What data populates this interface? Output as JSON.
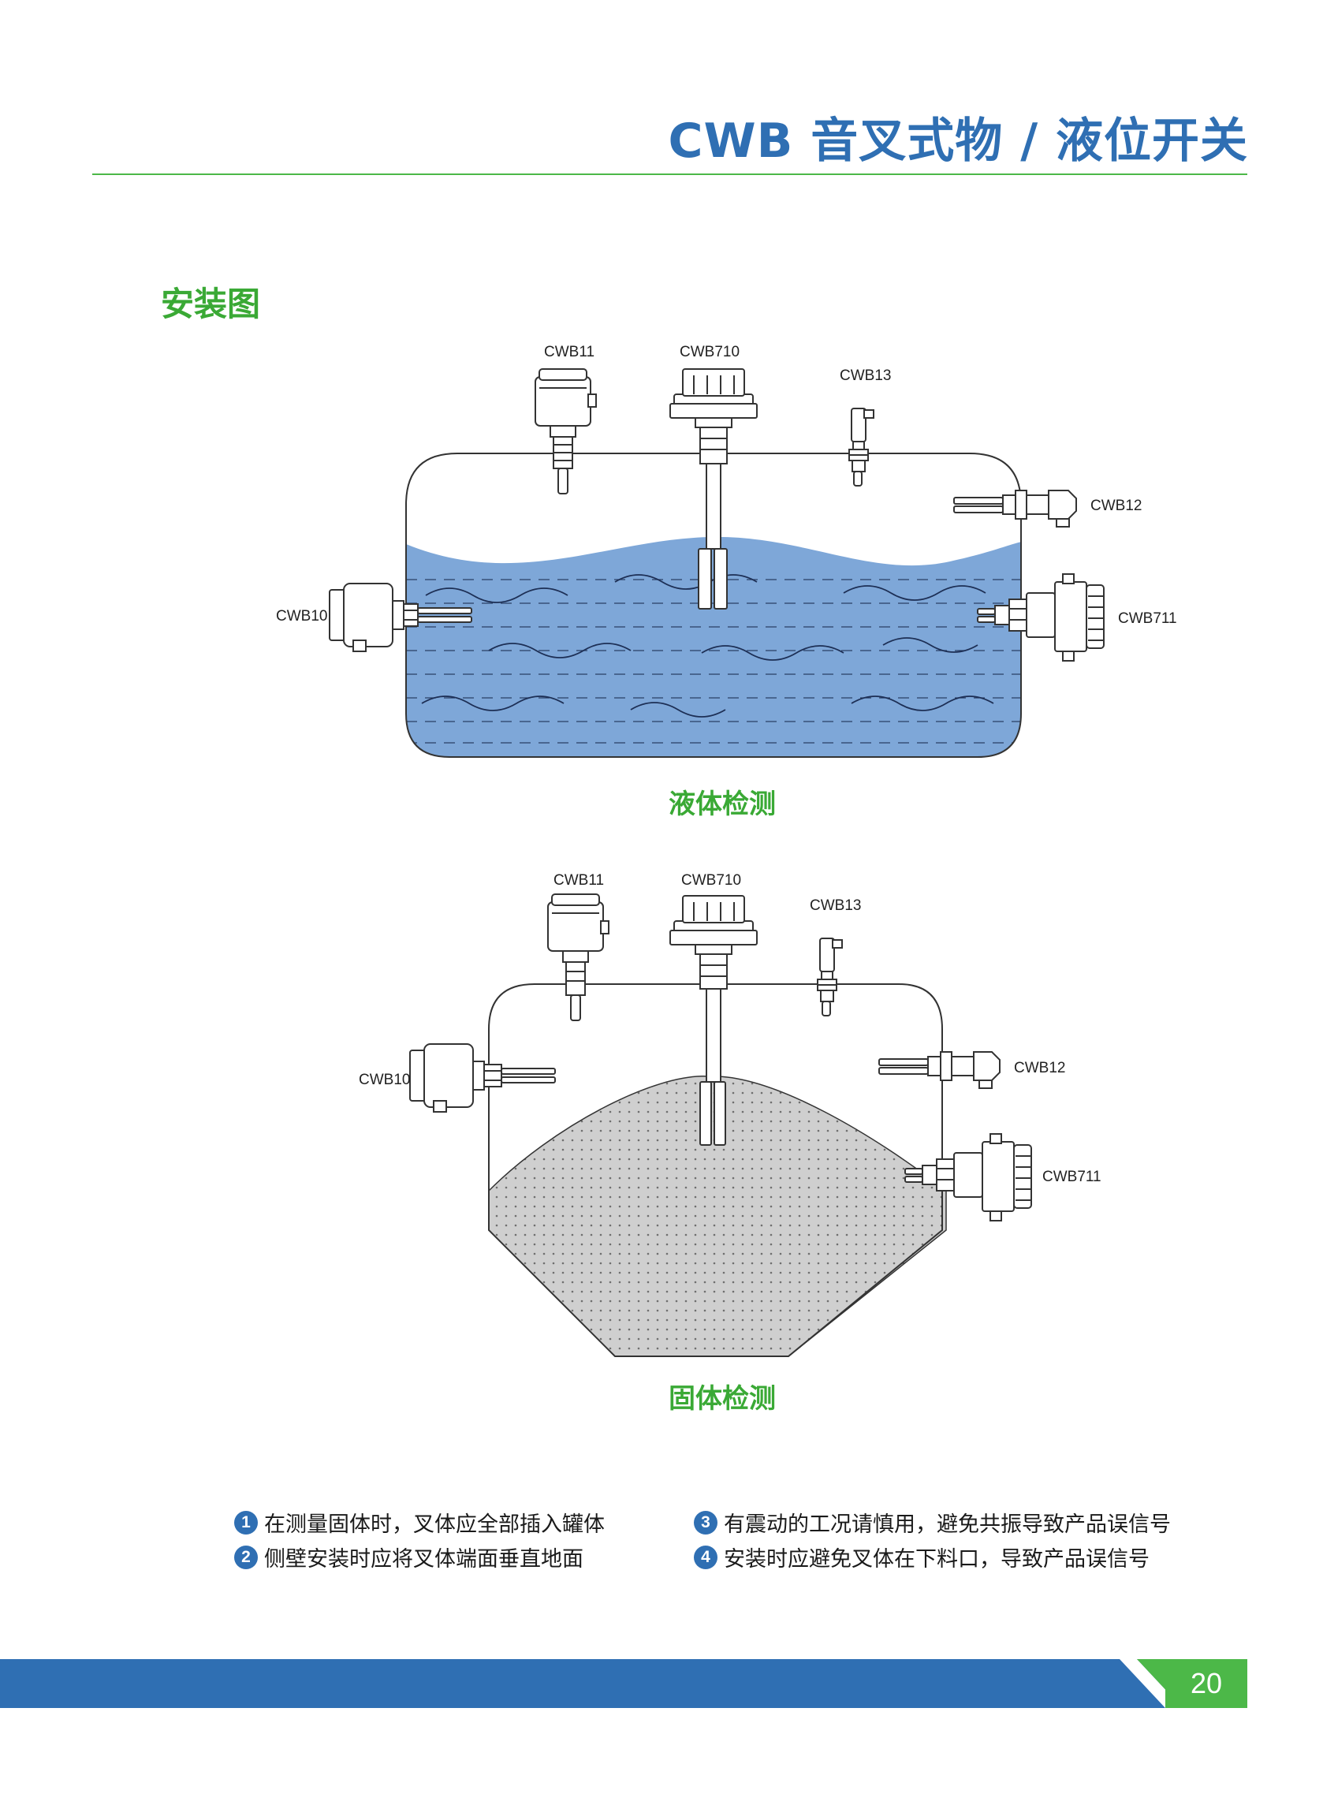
{
  "header": {
    "title": "CWB 音叉式物 / 液位开关"
  },
  "section": {
    "heading": "安装图"
  },
  "liquid_diagram": {
    "caption": "液体检测",
    "labels": {
      "cwb11": "CWB11",
      "cwb710": "CWB710",
      "cwb13": "CWB13",
      "cwb12": "CWB12",
      "cwb10": "CWB10",
      "cwb711": "CWB711"
    }
  },
  "solid_diagram": {
    "caption": "固体检测",
    "labels": {
      "cwb11": "CWB11",
      "cwb710": "CWB710",
      "cwb13": "CWB13",
      "cwb12": "CWB12",
      "cwb10": "CWB10",
      "cwb711": "CWB711"
    }
  },
  "notes": [
    {
      "num": "1",
      "text": "在测量固体时，叉体应全部插入罐体"
    },
    {
      "num": "2",
      "text": "侧壁安装时应将叉体端面垂直地面"
    },
    {
      "num": "3",
      "text": "有震动的工况请慎用，避免共振导致产品误信号"
    },
    {
      "num": "4",
      "text": "安装时应避免叉体在下料口，导致产品误信号"
    }
  ],
  "footer": {
    "page_number": "20"
  },
  "colors": {
    "title_blue": "#2f6fb3",
    "heading_green": "#3aa935",
    "rule_green": "#4cb848",
    "liquid_fill": "#7ea7d8",
    "solid_fill": "#cfcfcf"
  }
}
